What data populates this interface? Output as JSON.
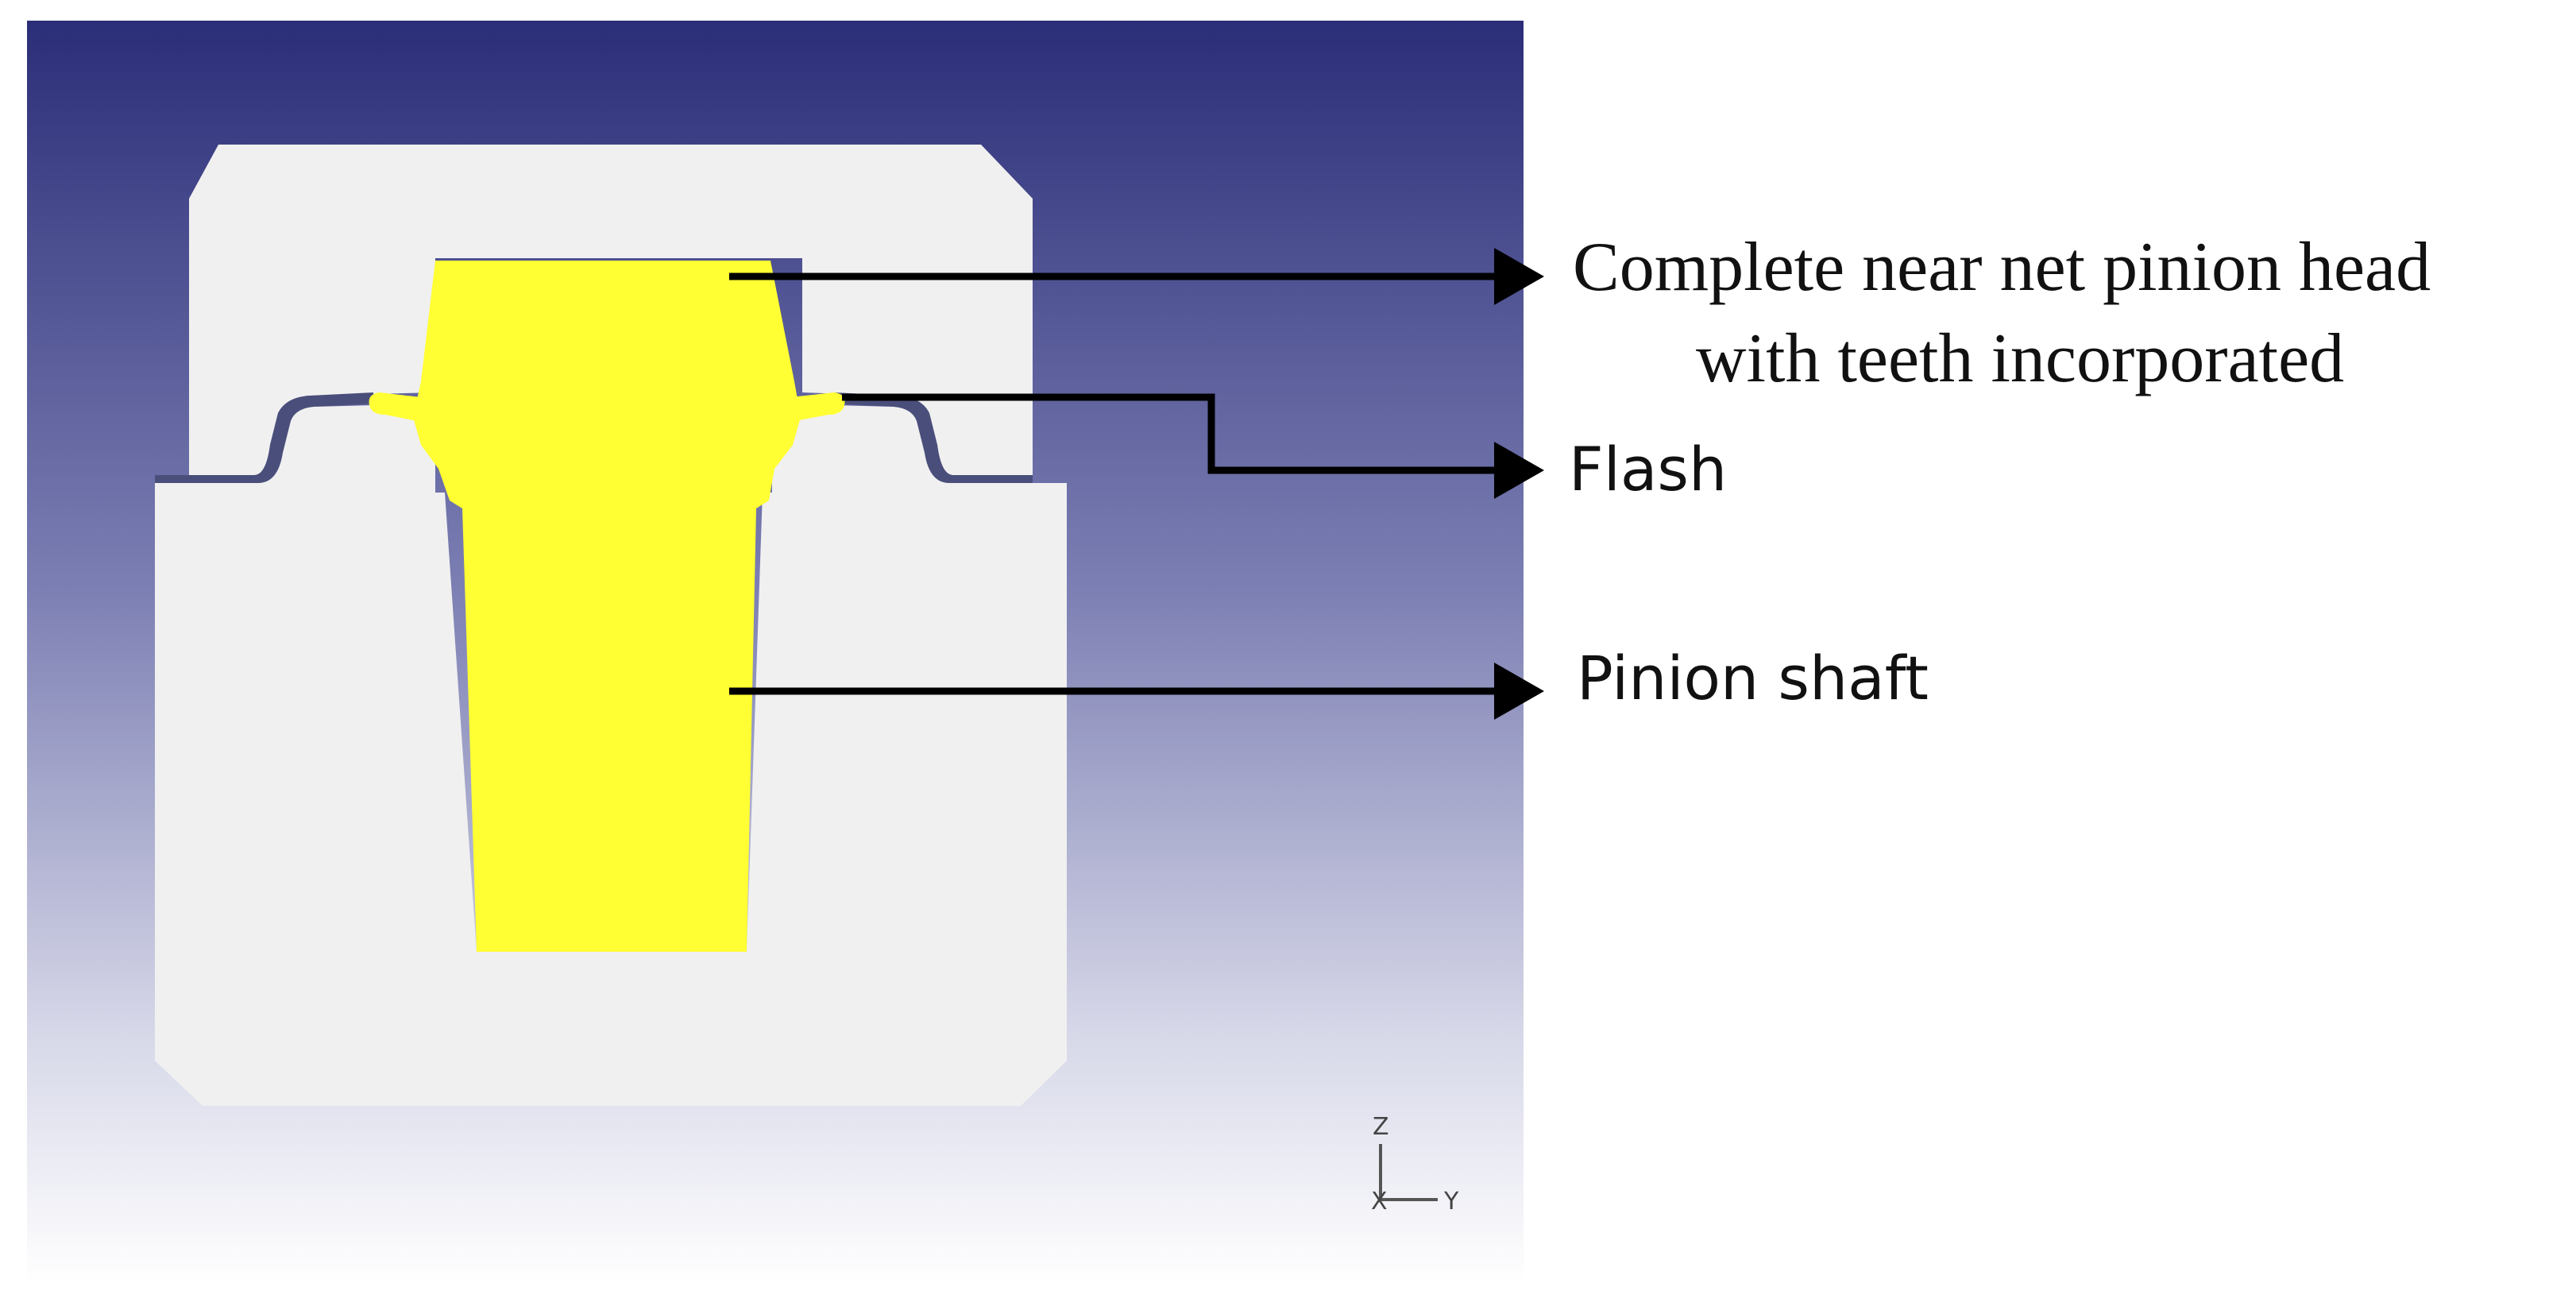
{
  "annotations": {
    "head_line1": "Complete near net pinion head",
    "head_line2": "with teeth incorporated",
    "flash": "Flash",
    "shaft": "Pinion shaft"
  },
  "triad": {
    "vertical_axis": "Z",
    "horizontal_axis": "Y",
    "out_of_plane_axis": "X"
  },
  "colors": {
    "viewport_top": "#2c2f78",
    "viewport_bottom": "#ffffff",
    "die": "#f0f0f0",
    "workpiece": "#ffff33",
    "gap": "#4a4e7a",
    "leader": "#000000"
  }
}
